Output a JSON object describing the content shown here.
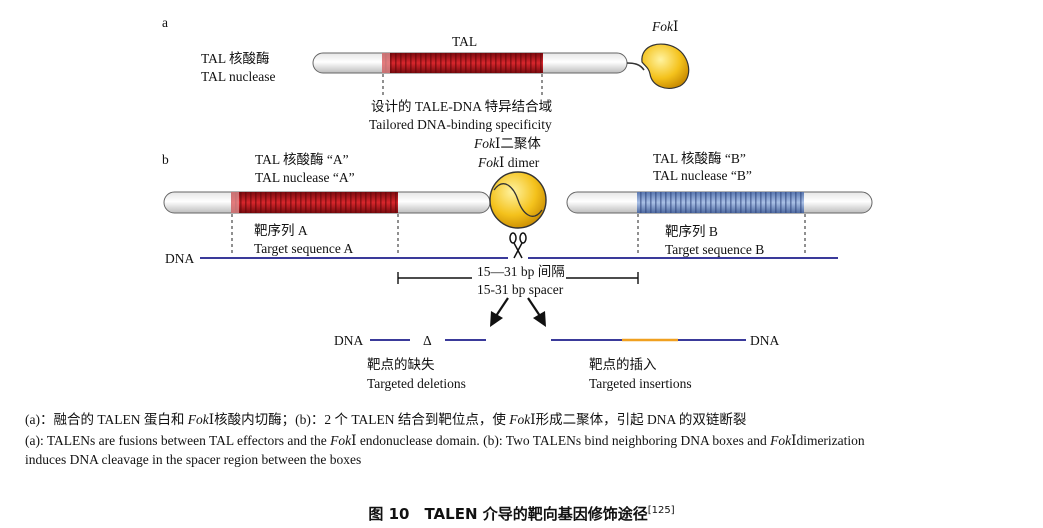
{
  "panel_a": {
    "label": "a",
    "tal_nuclease_zh": "TAL 核酸酶",
    "tal_nuclease_en": "TAL nuclease",
    "tal_label": "TAL",
    "foki_name": "Fok",
    "foki_numeral": "Ⅰ",
    "tale_zh": "设计的 TALE-DNA 特异结合域",
    "tale_en": "Tailored DNA-binding specificity"
  },
  "panel_b": {
    "label": "b",
    "nuclease_a_zh": "TAL 核酸酶 “A”",
    "nuclease_a_en": "TAL nuclease “A”",
    "dimer_zh": "二聚体",
    "dimer_en": "dimer",
    "foki_name": "Fok",
    "foki_numeral": "Ⅰ",
    "nuclease_b_zh": "TAL 核酸酶 “B”",
    "nuclease_b_en": "TAL nuclease “B”",
    "target_a_zh": "靶序列 A",
    "target_a_en": "Target sequence A",
    "target_b_zh": "靶序列 B",
    "target_b_en": "Target sequence B",
    "dna_label": "DNA",
    "spacer_zh": "15—31 bp 间隔",
    "spacer_en": "15-31 bp spacer",
    "deletion_left": "DNA",
    "delta": "Δ",
    "deletion_zh": "靶点的缺失",
    "deletion_en": "Targeted deletions",
    "insertion_right": "DNA",
    "insertion_zh": "靶点的插入",
    "insertion_en": "Targeted insertions"
  },
  "caption": {
    "zh_1": "(a)：融合的 TALEN 蛋白和",
    "zh_fok": "Fok",
    "zh_2": "Ⅰ核酸内切酶；(b)：2 个 TALEN 结合到靶位点，使",
    "zh_fok2": "Fok",
    "zh_3": "Ⅰ形成二聚体，引起 DNA 的双链断裂",
    "en_1": "(a): TALENs are fusions between TAL effectors and the",
    "en_fok": "Fok",
    "en_2": "Ⅰ endonuclease domain. (b): Two TALENs bind neighboring DNA boxes and",
    "en_fok2": "Fok",
    "en_3": "Ⅰdimerization",
    "en_4": "induces DNA cleavage in the spacer region between the boxes"
  },
  "figure": {
    "title": "图 10　TALEN 介导的靶向基因修饰途径",
    "ref": "[125]"
  },
  "colors": {
    "tal_red": "#c4161c",
    "tal_blue": "#7e9cd0",
    "foki_yellow": "#f4c21c",
    "dna_line": "#3a3a9a",
    "insert_orange": "#f0a020"
  }
}
